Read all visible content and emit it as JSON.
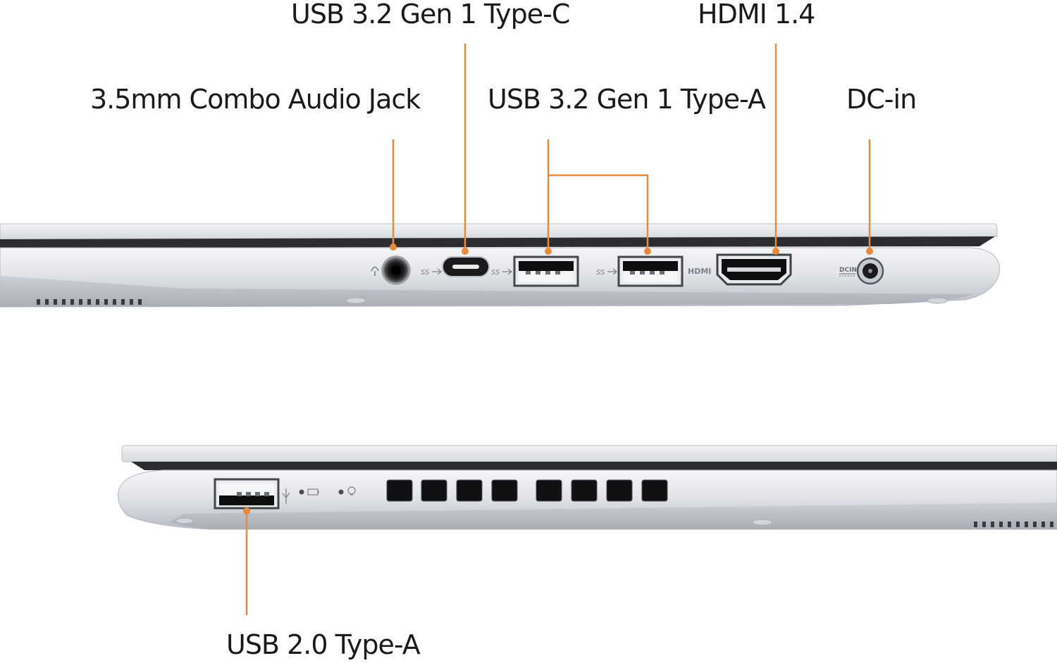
{
  "labels": {
    "usb_c": "USB 3.2 Gen 1 Type-C",
    "hdmi": "HDMI 1.4",
    "audio_jack": "3.5mm Combo Audio Jack",
    "usb_a": "USB 3.2 Gen 1 Type-A",
    "dc_in": "DC-in",
    "usb_2": "USB 2.0 Type-A"
  },
  "port_markings": {
    "ss_usb": "SS",
    "hdmi": "HDMI",
    "dc_in": "DCIN"
  },
  "colors": {
    "callout": "#e88a3c",
    "chassis_light": "#e4e6ea",
    "chassis_mid": "#c9ccd2",
    "chassis_dark": "#9ea2aa",
    "port_black": "#111111",
    "text": "#1a1a1a",
    "background": "#ffffff"
  }
}
